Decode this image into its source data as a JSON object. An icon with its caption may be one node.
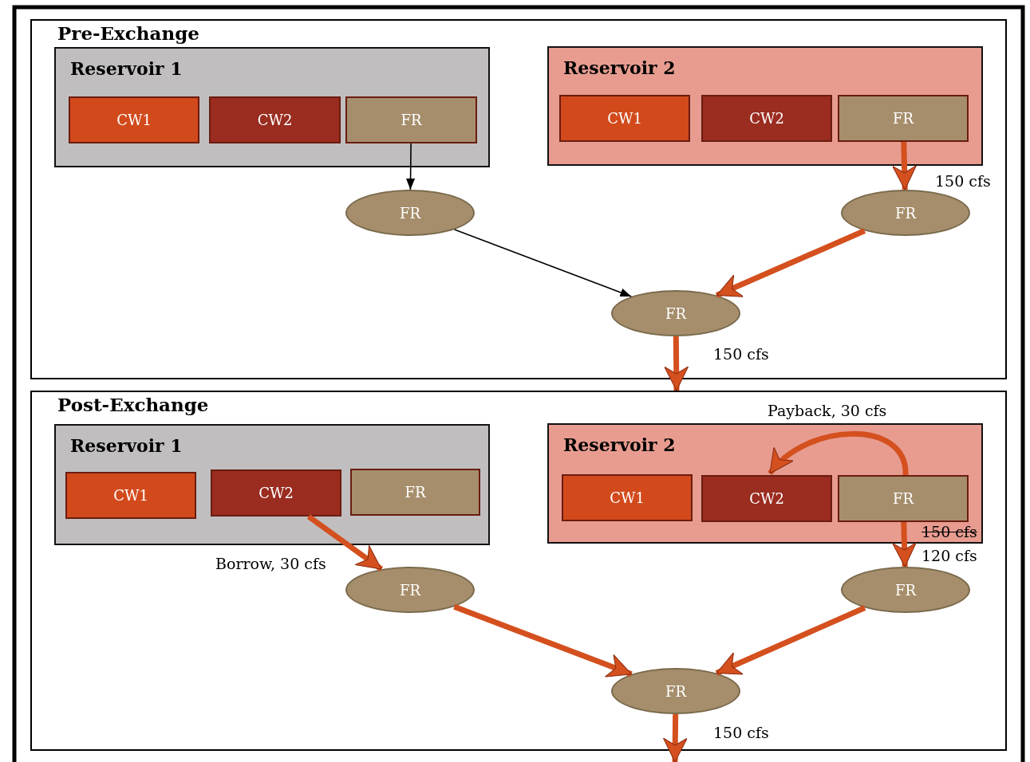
{
  "diagram": {
    "nodes": [
      {
        "text": [
          "Pre-Exchange"
        ]
      },
      {
        "text": [
          "Reservoir 1"
        ],
        "in": 0
      },
      {
        "text": [
          "CW1"
        ],
        "in": 1
      },
      {
        "text": [
          "CW2"
        ],
        "in": 1
      },
      {
        "text": [
          "FR"
        ],
        "in": 1
      },
      {
        "text": [
          "Reservoir 2"
        ],
        "in": 0
      },
      {
        "text": [
          "CW1"
        ],
        "in": 5
      },
      {
        "text": [
          "CW2"
        ],
        "in": 5
      },
      {
        "text": [
          "FR"
        ],
        "in": 5
      },
      {
        "text": [
          "FR"
        ],
        "in": 0
      },
      {
        "text": [
          "FR"
        ],
        "in": 0
      },
      {
        "text": [
          "FR"
        ],
        "in": 0
      },
      {
        "text": [
          "Post-Exchange"
        ]
      },
      {
        "text": [
          "Reservoir 1"
        ],
        "in": 12
      },
      {
        "text": [
          "CW1"
        ],
        "in": 13
      },
      {
        "text": [
          "CW2"
        ],
        "in": 13
      },
      {
        "text": [
          "FR"
        ],
        "in": 13
      },
      {
        "text": [
          "Reservoir 2"
        ],
        "in": 12
      },
      {
        "text": [
          "CW1"
        ],
        "in": 17
      },
      {
        "text": [
          "CW2"
        ],
        "in": 17
      },
      {
        "text": [
          "FR"
        ],
        "in": 17
      },
      {
        "text": [
          "FR"
        ],
        "in": 12
      },
      {
        "text": [
          "FR"
        ],
        "in": 12
      },
      {
        "text": [
          "FR"
        ],
        "in": 12
      }
    ],
    "edges": [
      {
        "from": 4,
        "to": 9,
        "arrow": "to",
        "color": "#000000"
      },
      {
        "from": 8,
        "to": 10,
        "arrow": "to",
        "label": "150 cfs"
      },
      {
        "from": 9,
        "to": 11,
        "arrow": "to",
        "color": "#000000"
      },
      {
        "from": 10,
        "to": 11,
        "arrow": "to"
      },
      {
        "from": 11,
        "to": null,
        "arrow": "to",
        "label": "150 cfs"
      },
      {
        "from": 15,
        "to": 21,
        "arrow": "to",
        "label": "Borrow, 30 cfs"
      },
      {
        "from": 20,
        "to": 19,
        "arrow": "to",
        "label": "Payback, 30 cfs"
      },
      {
        "from": 20,
        "to": 22,
        "arrow": "to",
        "label": "120 cfs"
      },
      {
        "from": 21,
        "to": 23,
        "arrow": "to"
      },
      {
        "from": 22,
        "to": 23,
        "arrow": "to"
      },
      {
        "from": 23,
        "to": null,
        "arrow": "to",
        "label": "150 cfs"
      }
    ],
    "labels": [
      "150 cfs"
    ]
  }
}
